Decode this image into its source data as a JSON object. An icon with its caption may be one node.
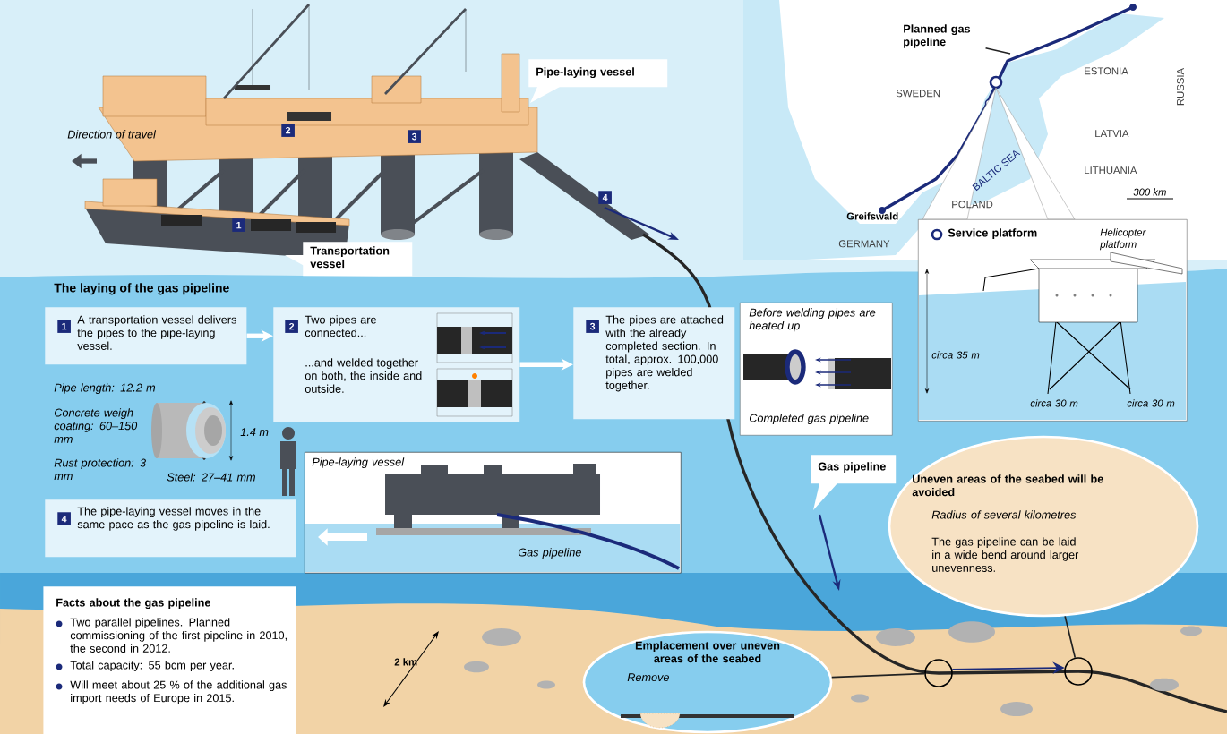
{
  "diagram": {
    "title": "The laying of the gas pipeline",
    "nodes": [
      {
        "text": [
          "Planned gas pipeline"
        ]
      },
      {
        "text": [
          "Pipe-laying vessel"
        ]
      },
      {
        "text": [
          "Transportation vessel"
        ]
      },
      {
        "text": [
          "1",
          "A transportation vessel delivers the pipes to the pipe-laying vessel."
        ]
      },
      {
        "text": [
          "2",
          "Two pipes are connected...",
          "...and welded together on both, the inside and outside."
        ]
      },
      {
        "text": [
          "3",
          "The pipes are attached with the already completed section. In total, approx. 100,000 pipes are welded together."
        ]
      },
      {
        "text": [
          "Before welding pipes are heated up",
          "Completed gas pipeline"
        ]
      },
      {
        "text": [
          "Service platform",
          "Helicopter platform",
          "circa 35 m",
          "circa 30 m",
          "circa 30 m"
        ]
      },
      {
        "text": [
          "4",
          "The pipe-laying vessel moves in the same pace as the gas pipeline is laid."
        ]
      },
      {
        "text": [
          "Pipe-laying vessel",
          "Gas pipeline"
        ]
      },
      {
        "text": [
          "Gas pipeline"
        ]
      },
      {
        "text": [
          "Uneven areas of the seabed will be avoided",
          "Radius of several kilometres",
          "The gas pipeline can be laid in a wide bend around larger unevenness."
        ]
      },
      {
        "text": [
          "Facts about the gas pipeline",
          "Two parallel pipelines. Planned commissioning of the first pipeline in 2010, the second in 2012.",
          "Total capacity: 55 bcm per year.",
          "Will meet about 25 % of the additional gas import needs of Europe in 2015."
        ]
      },
      {
        "text": [
          "Emplacement over uneven areas of the seabed",
          "Remove"
        ]
      },
      {
        "text": [],
        "shape": "circle"
      },
      {
        "text": [],
        "shape": "circle"
      }
    ],
    "edges": [
      {
        "from": 0,
        "to": null,
        "arrow": "none"
      },
      {
        "from": 3,
        "to": 4,
        "arrow": "to",
        "style": "thick",
        "color": "#ffffff"
      },
      {
        "from": 4,
        "to": 5,
        "arrow": "to",
        "style": "thick",
        "color": "#ffffff"
      },
      {
        "from": 14,
        "to": 13,
        "arrow": "none"
      },
      {
        "from": 15,
        "to": 11,
        "arrow": "none"
      },
      {
        "from": 14,
        "to": 15,
        "arrow": "to",
        "color": "#1b2a7a"
      }
    ],
    "labels": [
      "SWEDEN",
      "ESTONIA",
      "RUSSIA",
      "LATVIA",
      "BALTIC SEA",
      "LITHUANIA",
      "300 km",
      "Greifswald",
      "POLAND",
      "GERMANY",
      "Direction of travel",
      "2",
      "3",
      "1",
      "4",
      "Pipe length: 12.2 m",
      "Concrete weigh coating: 60–150 mm",
      "1.4 m",
      "Rust protection: 3 mm",
      "Steel: 27–41 mm",
      "2 km"
    ]
  }
}
